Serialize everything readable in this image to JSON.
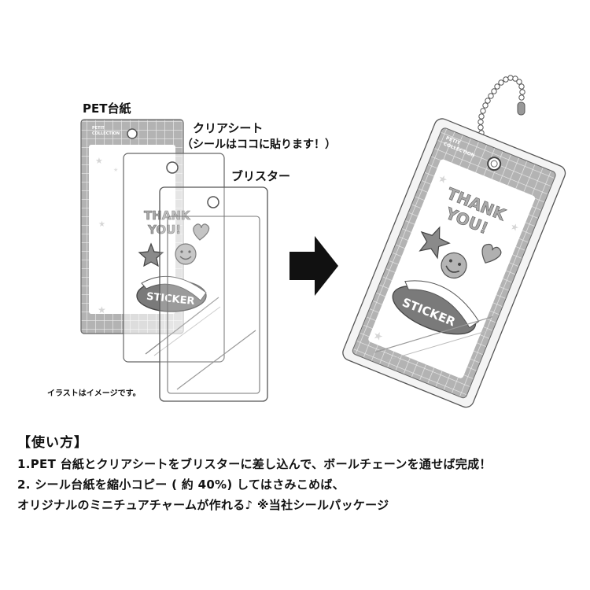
{
  "labels": {
    "pet_card": "PET台紙",
    "clear_sheet": "クリアシート",
    "clear_sheet_note": "（シールはココに貼ります！）",
    "blister": "ブリスター",
    "illustration_note": "イラストはイメージです。"
  },
  "card": {
    "brand_line1": "PETIT",
    "brand_line2": "COLLECTION",
    "sticker_text": "STICKER",
    "thank_line1": "THANK",
    "thank_line2": "YOU!"
  },
  "instructions": {
    "heading": "【使い方】",
    "step1": "1.PET 台紙とクリアシートをブリスターに差し込んで、ボールチェーンを通せば完成！",
    "step2_line1": "2. シール台紙を縮小コピー ( 約 40%) してはさみこめば、",
    "step2_line2": "オリジナルのミニチュアチャームが作れる♪ ※当社シールパッケージ"
  },
  "colors": {
    "grid_bg": "#b3b3b3",
    "grid_line": "#ececec",
    "panel": "#ffffff",
    "outline": "#555555",
    "dark_gray": "#6e6e6e",
    "arrow": "#111111"
  }
}
